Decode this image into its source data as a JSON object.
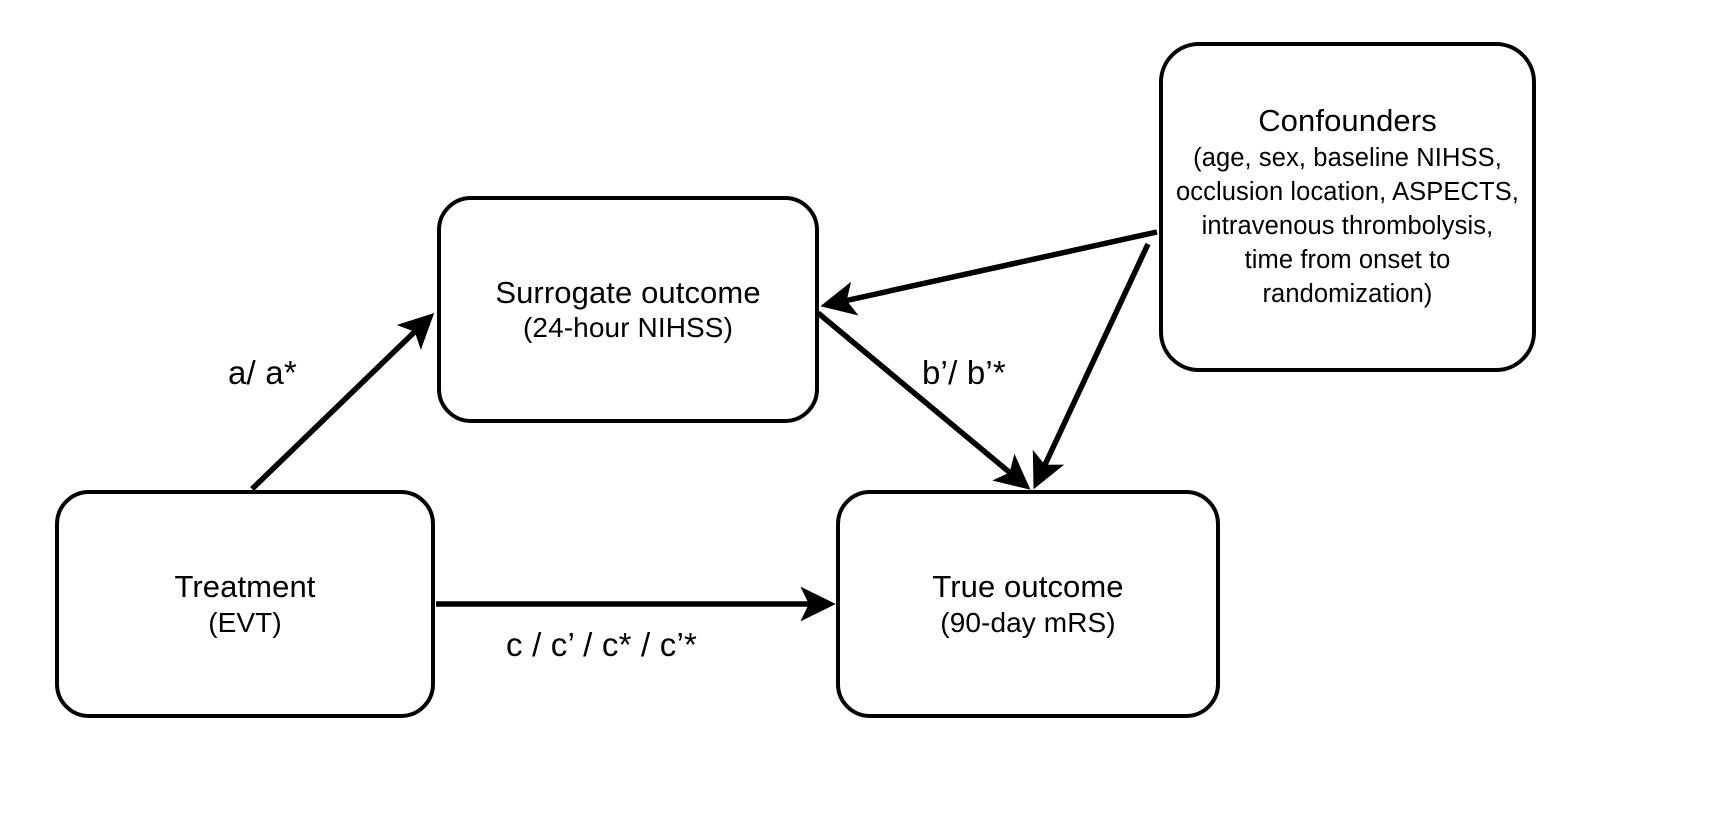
{
  "diagram": {
    "type": "causal-mediation-path-diagram",
    "background_color": "#ffffff",
    "line_color": "#000000",
    "nodes": [
      {
        "id": "treatment",
        "title": "Treatment",
        "sub": "(EVT)"
      },
      {
        "id": "surrogate",
        "title": "Surrogate outcome",
        "sub": "(24-hour NIHSS)"
      },
      {
        "id": "true_outcome",
        "title": "True outcome",
        "sub": "(90-day mRS)"
      },
      {
        "id": "confounders",
        "title": "Confounders",
        "sub": "(age, sex, baseline NIHSS, occlusion location, ASPECTS, intravenous thrombolysis, time from onset to randomization)",
        "sub_lines": [
          "(age, sex, baseline NIHSS,",
          "occlusion location, ASPECTS,",
          "intravenous thrombolysis,",
          "time from onset to",
          "randomization)"
        ]
      }
    ],
    "edges": [
      {
        "id": "treatment-to-surrogate",
        "label": "a/ a*",
        "from": "treatment",
        "to": "surrogate"
      },
      {
        "id": "surrogate-to-true",
        "label": "b’/ b’*",
        "from": "surrogate",
        "to": "true_outcome"
      },
      {
        "id": "treatment-to-true",
        "label": "c / c’ / c* / c’*",
        "from": "treatment",
        "to": "true_outcome"
      },
      {
        "id": "confounders-to-surrogate",
        "label": "",
        "from": "confounders",
        "to": "surrogate"
      },
      {
        "id": "confounders-to-true",
        "label": "",
        "from": "confounders",
        "to": "true_outcome"
      }
    ]
  }
}
